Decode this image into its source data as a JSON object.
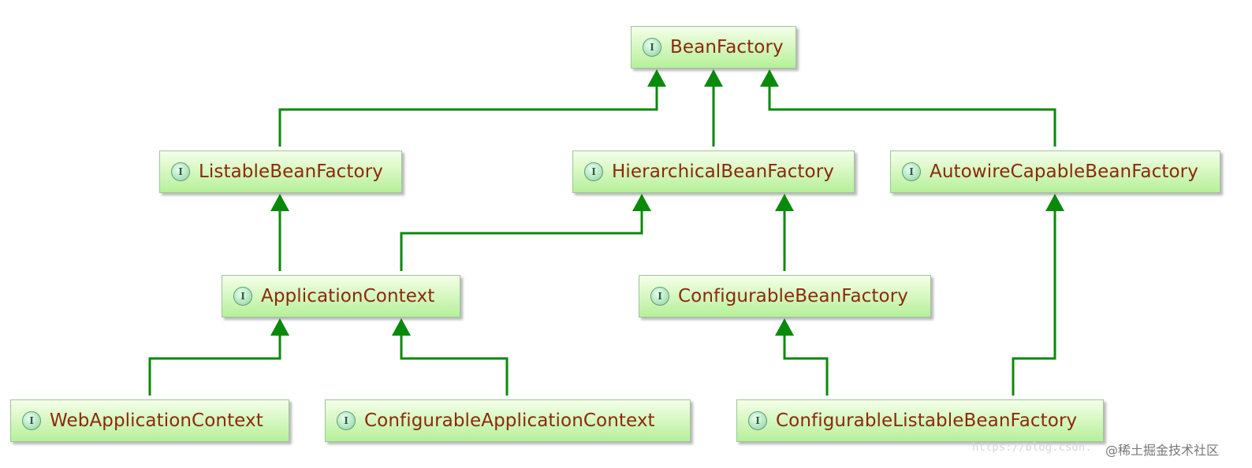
{
  "nodes": [
    {
      "id": "bean-factory",
      "label": "BeanFactory",
      "badge": "I"
    },
    {
      "id": "listable-bean-factory",
      "label": "ListableBeanFactory",
      "badge": "I"
    },
    {
      "id": "hierarchical-bean-factory",
      "label": "HierarchicalBeanFactory",
      "badge": "I"
    },
    {
      "id": "autowire-capable-bean-factory",
      "label": "AutowireCapableBeanFactory",
      "badge": "I"
    },
    {
      "id": "application-context",
      "label": "ApplicationContext",
      "badge": "I"
    },
    {
      "id": "configurable-bean-factory",
      "label": "ConfigurableBeanFactory",
      "badge": "I"
    },
    {
      "id": "web-application-context",
      "label": "WebApplicationContext",
      "badge": "I"
    },
    {
      "id": "configurable-application-context",
      "label": "ConfigurableApplicationContext",
      "badge": "I"
    },
    {
      "id": "configurable-listable-bean-factory",
      "label": "ConfigurableListableBeanFactory",
      "badge": "I"
    }
  ],
  "edges": [
    {
      "from": "listable-bean-factory",
      "to": "bean-factory"
    },
    {
      "from": "hierarchical-bean-factory",
      "to": "bean-factory"
    },
    {
      "from": "autowire-capable-bean-factory",
      "to": "bean-factory"
    },
    {
      "from": "application-context",
      "to": "listable-bean-factory"
    },
    {
      "from": "application-context",
      "to": "hierarchical-bean-factory"
    },
    {
      "from": "configurable-bean-factory",
      "to": "hierarchical-bean-factory"
    },
    {
      "from": "web-application-context",
      "to": "application-context"
    },
    {
      "from": "configurable-application-context",
      "to": "application-context"
    },
    {
      "from": "configurable-listable-bean-factory",
      "to": "configurable-bean-factory"
    },
    {
      "from": "configurable-listable-bean-factory",
      "to": "autowire-capable-bean-factory"
    }
  ],
  "colors": {
    "edge": "#0a8a0a",
    "label": "#8a2a0a",
    "badge_text": "#2f5e3c"
  },
  "watermark": {
    "url": "https://blog.csdn.",
    "brand": "@稀土掘金技术社区"
  }
}
